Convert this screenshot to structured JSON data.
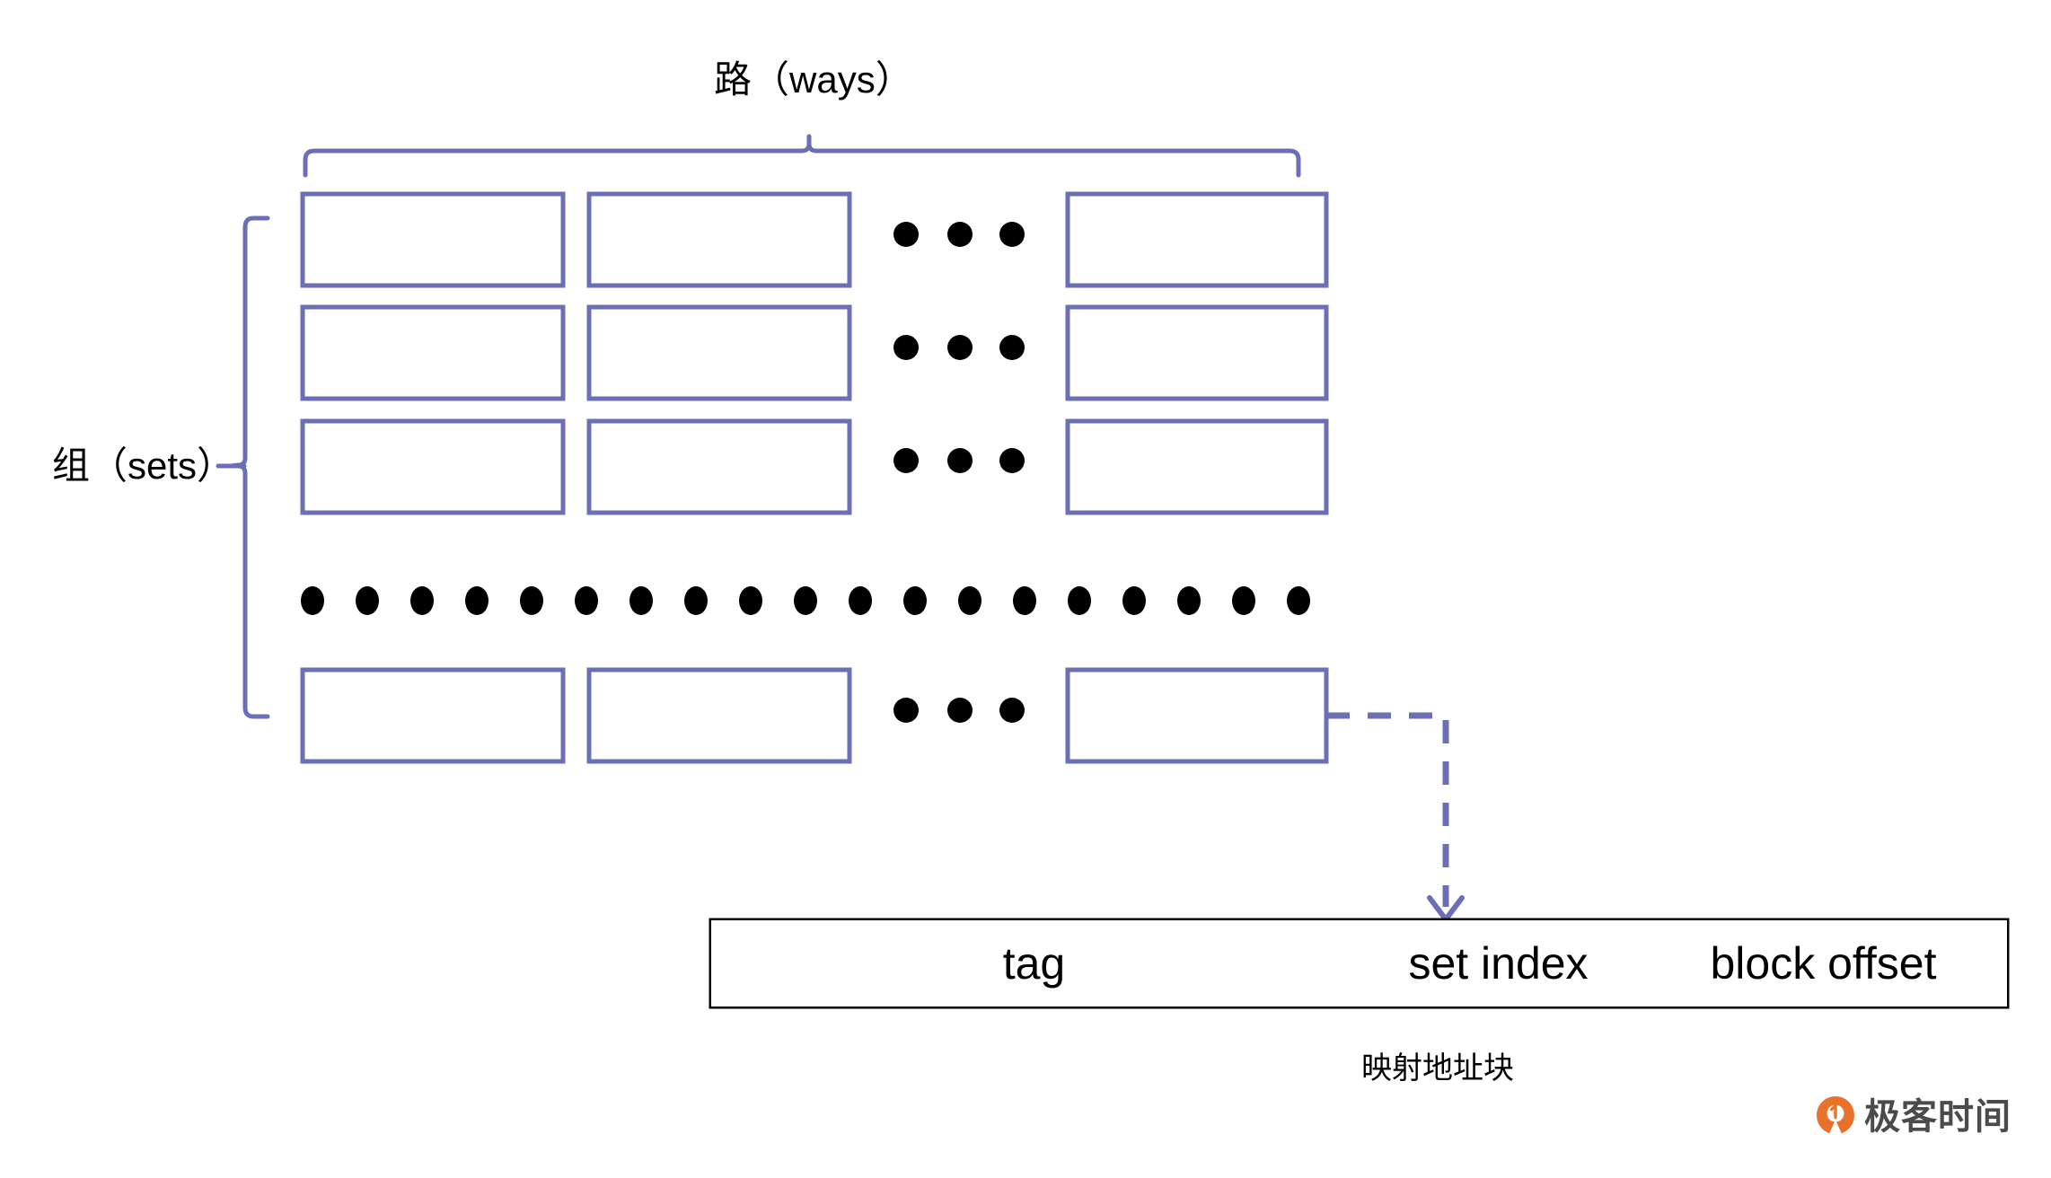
{
  "diagram": {
    "title_label": "路（ways）",
    "side_label": "组（sets）",
    "caption": "映射地址块",
    "colors": {
      "box_border": "#6b6fb5",
      "brace": "#6b6fb5",
      "dashed_arrow": "#6b6fb5",
      "dot": "#000000",
      "address_block_border": "#000000",
      "watermark_logo": "#e8722a",
      "watermark_text": "#4b4b4b"
    },
    "grid": {
      "rows": 4,
      "columns": 3,
      "row_ellipsis_dots": 3,
      "vertical_ellipsis_dots": 21,
      "cells": [
        [
          "",
          "",
          ""
        ],
        [
          "",
          "",
          ""
        ],
        [
          "",
          "",
          ""
        ],
        [
          "",
          "",
          ""
        ]
      ]
    },
    "address_block": {
      "fields": [
        {
          "name": "tag",
          "label": "tag"
        },
        {
          "name": "set-index",
          "label": "set index"
        },
        {
          "name": "block-offset",
          "label": "block offset"
        }
      ]
    },
    "watermark": {
      "text": "极客时间",
      "logo_icon": "geektime-pin-icon"
    }
  }
}
